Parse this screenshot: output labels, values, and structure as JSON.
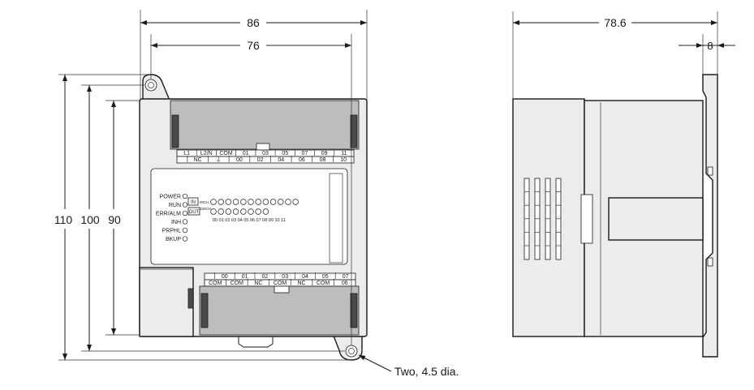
{
  "dimensions": {
    "width_overall": "86",
    "width_mount": "76",
    "height_overall": "110",
    "height_mount": "100",
    "height_body": "90",
    "depth": "78.6",
    "rail_depth": "8"
  },
  "mount_hole_note": "Two, 4.5 dia.",
  "indicators": [
    "POWER",
    "RUN",
    "ERR/ALM",
    "INH",
    "PRPHL",
    "BKUP"
  ],
  "io_labels": {
    "in_badge": "IN",
    "out_badge": "OUT",
    "in_channel": "00CH",
    "out_channel": "100CH",
    "led_numbers": "00 01 02 03 04 05 06 07 08 09 10 11"
  },
  "top_terminals": {
    "row_upper": [
      "L1",
      "L2/N",
      "COM",
      "01",
      "03",
      "05",
      "07",
      "09",
      "11"
    ],
    "row_lower": [
      "NC",
      "⏚",
      "00",
      "02",
      "04",
      "06",
      "08",
      "10"
    ]
  },
  "bottom_terminals": {
    "row_upper": [
      "00",
      "01",
      "02",
      "03",
      "04",
      "05",
      "07"
    ],
    "row_lower": [
      "COM",
      "COM",
      "NC",
      "COM",
      "NC",
      "COM",
      "06"
    ]
  },
  "colors": {
    "line": "#1a1a1a",
    "body_fill": "#ececec",
    "dark": "#4a4a4a"
  }
}
